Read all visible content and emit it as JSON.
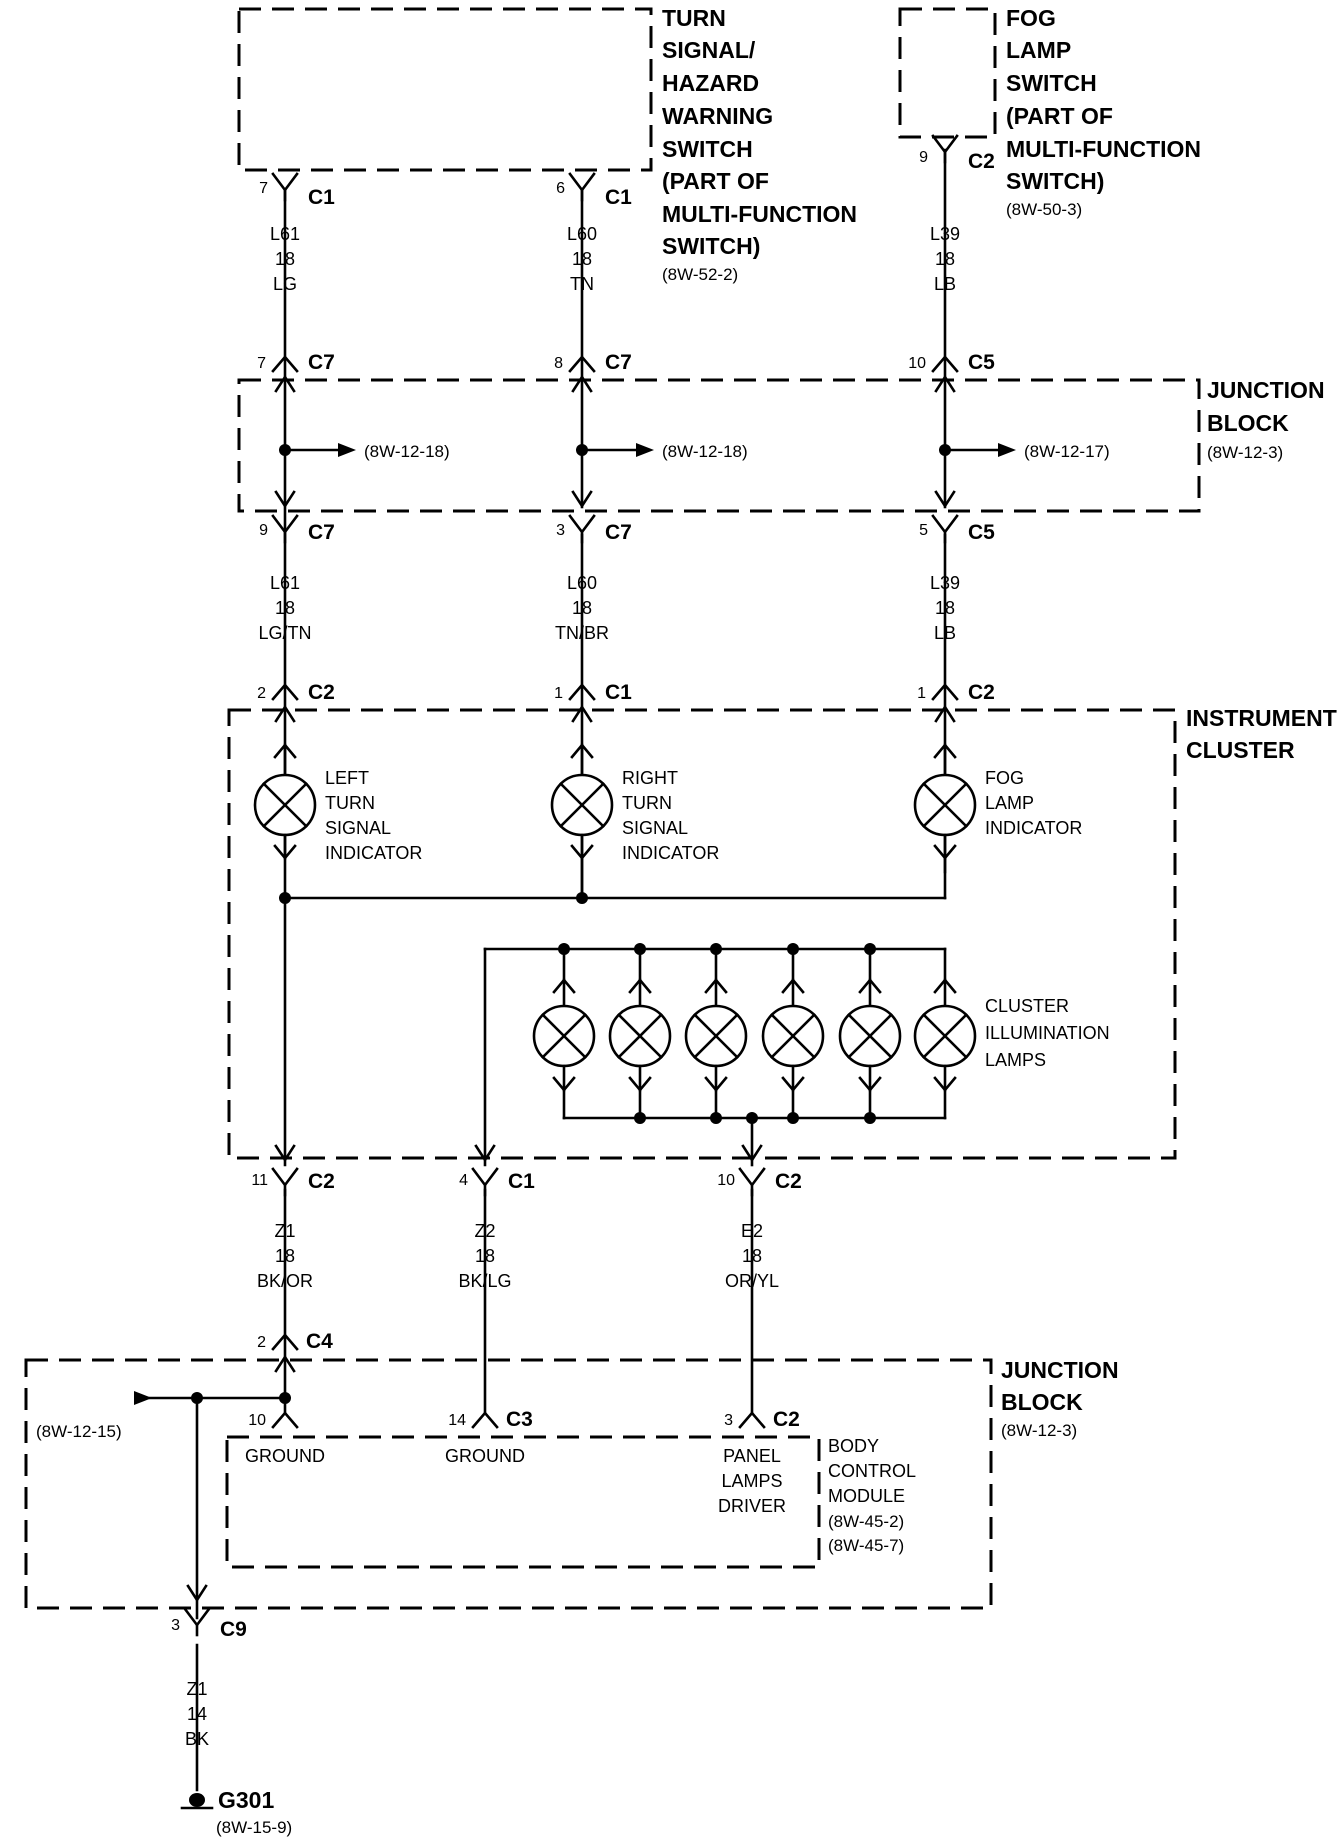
{
  "components": {
    "turn_signal_switch": {
      "lines": [
        "TURN",
        "SIGNAL/",
        "HAZARD",
        "WARNING",
        "SWITCH",
        "(PART OF",
        "MULTI-FUNCTION",
        "SWITCH)"
      ],
      "ref": "(8W-52-2)"
    },
    "fog_lamp_switch": {
      "lines": [
        "FOG",
        "LAMP",
        "SWITCH",
        "(PART OF",
        "MULTI-FUNCTION",
        "SWITCH)"
      ],
      "ref": "(8W-50-3)"
    },
    "junction_block_top": {
      "lines": [
        "JUNCTION",
        "BLOCK"
      ],
      "ref": "(8W-12-3)"
    },
    "instrument_cluster": {
      "lines": [
        "INSTRUMENT",
        "CLUSTER"
      ]
    },
    "junction_block_bottom": {
      "lines": [
        "JUNCTION",
        "BLOCK"
      ],
      "ref": "(8W-12-3)"
    },
    "body_control_module": {
      "lines": [
        "BODY",
        "CONTROL",
        "MODULE",
        "(8W-45-2)",
        "(8W-45-7)"
      ]
    }
  },
  "splice_refs": {
    "left": "(8W-12-18)",
    "mid": "(8W-12-18)",
    "right": "(8W-12-17)",
    "ground": "(8W-12-15)"
  },
  "lamps": {
    "left_turn": [
      "LEFT",
      "TURN",
      "SIGNAL",
      "INDICATOR"
    ],
    "right_turn": [
      "RIGHT",
      "TURN",
      "SIGNAL",
      "INDICATOR"
    ],
    "fog": [
      "FOG",
      "LAMP",
      "INDICATOR"
    ],
    "cluster_illumination": [
      "CLUSTER",
      "ILLUMINATION",
      "LAMPS"
    ]
  },
  "bcm_pins": {
    "ground1": "GROUND",
    "ground2": "GROUND",
    "panel": [
      "PANEL",
      "LAMPS",
      "DRIVER"
    ]
  },
  "connectors": {
    "tl_c1": {
      "pin": "7",
      "name": "C1"
    },
    "tm_c1": {
      "pin": "6",
      "name": "C1"
    },
    "tr_c2": {
      "pin": "9",
      "name": "C2"
    },
    "jl_in": {
      "pin": "7",
      "name": "C7"
    },
    "jm_in": {
      "pin": "8",
      "name": "C7"
    },
    "jr_in": {
      "pin": "10",
      "name": "C5"
    },
    "jl_out": {
      "pin": "9",
      "name": "C7"
    },
    "jm_out": {
      "pin": "3",
      "name": "C7"
    },
    "jr_out": {
      "pin": "5",
      "name": "C5"
    },
    "ic_l": {
      "pin": "2",
      "name": "C2"
    },
    "ic_m": {
      "pin": "1",
      "name": "C1"
    },
    "ic_r": {
      "pin": "1",
      "name": "C2"
    },
    "ic_o1": {
      "pin": "11",
      "name": "C2"
    },
    "ic_o2": {
      "pin": "4",
      "name": "C1"
    },
    "ic_o3": {
      "pin": "10",
      "name": "C2"
    },
    "jb_c4": {
      "pin": "2",
      "name": "C4"
    },
    "jb_c9": {
      "pin": "3",
      "name": "C9"
    },
    "bcm_1": {
      "pin": "10",
      "name": ""
    },
    "bcm_2": {
      "pin": "14",
      "name": "C3"
    },
    "bcm_3": {
      "pin": "3",
      "name": "C2"
    }
  },
  "wires": {
    "w1": [
      "L61",
      "18",
      "LG"
    ],
    "w2": [
      "L60",
      "18",
      "TN"
    ],
    "w3": [
      "L39",
      "18",
      "LB"
    ],
    "w4": [
      "L61",
      "18",
      "LG/TN"
    ],
    "w5": [
      "L60",
      "18",
      "TN/BR"
    ],
    "w6": [
      "L39",
      "18",
      "LB"
    ],
    "w7": [
      "Z1",
      "18",
      "BK/OR"
    ],
    "w8": [
      "Z2",
      "18",
      "BK/LG"
    ],
    "w9": [
      "E2",
      "18",
      "OR/YL"
    ],
    "w10": [
      "Z1",
      "14",
      "BK"
    ]
  },
  "ground": {
    "name": "G301",
    "ref": "(8W-15-9)"
  }
}
